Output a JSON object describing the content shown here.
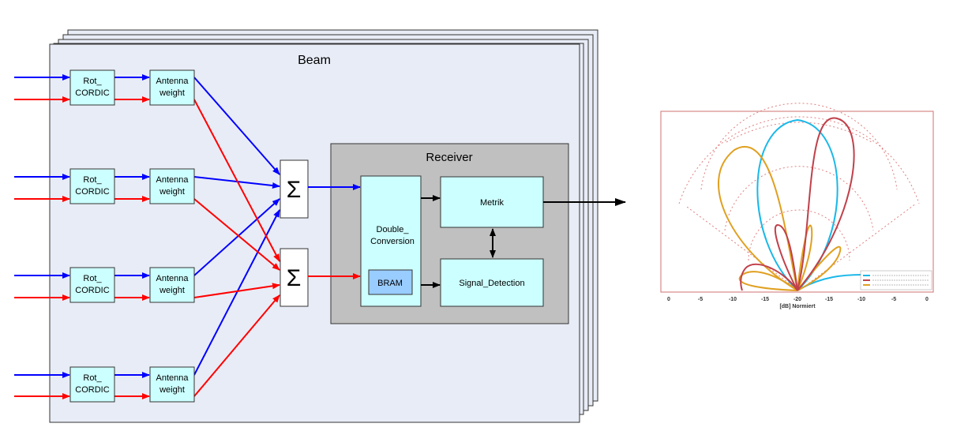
{
  "beam": {
    "title": "Beam",
    "rot_cordic_line1": "Rot_",
    "rot_cordic_line2": "CORDIC",
    "antenna_line1": "Antenna",
    "antenna_line2": "weight",
    "sum_symbol": "Σ"
  },
  "receiver": {
    "title": "Receiver",
    "double_conversion_line1": "Double_",
    "double_conversion_line2": "Conversion",
    "bram": "BRAM",
    "metrik": "Metrik",
    "signal_detection": "Signal_Detection"
  },
  "colors": {
    "i_signal": "#0000ff",
    "q_signal": "#ff0000",
    "beam_fill": "#e8ecf6",
    "block_fill": "#ccffff",
    "receiver_fill": "#c0c0c0",
    "bram_fill": "#99ccff",
    "plot_border": "#d07070",
    "trace_cyan": "#1ab8e8",
    "trace_red": "#c0404a",
    "trace_gold": "#e0a020"
  },
  "plot": {
    "x_ticks": [
      "0",
      "-5",
      "-10",
      "-15",
      "-20",
      "-15",
      "-10",
      "-5",
      "0"
    ],
    "xlabel": "[dB] Normiert"
  }
}
